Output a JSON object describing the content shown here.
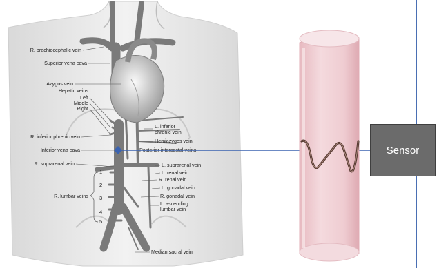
{
  "labels": {
    "brachiocephalic": "R. brachiocephalic vein",
    "svc": "Superior vena cava",
    "azygos": "Azygos vein",
    "hepatic": "Hepatic veins:",
    "hepatic_left": "Left",
    "hepatic_middle": "Middle",
    "hepatic_right": "Right",
    "inf_phrenic_r": "R. inferior phrenic vein",
    "inf_phrenic_l1": "L. inferior",
    "inf_phrenic_l2": "phrenic vein",
    "hemiazygos": "Hemiazygos vein",
    "ivc": "Inferior vena cava",
    "posterior_intercostal": "Posterior intercostal veins",
    "suprarenal_r": "R. suprarenal vein",
    "suprarenal_l": "L. suprarenal vein",
    "renal_l": "L. renal vein",
    "renal_r": "R. renal vein",
    "gonadal_l": "L. gonadal vein",
    "gonadal_r": "R. gonadal vein",
    "lumbar_r": "R. lumbar veins",
    "ascending_lumbar_1": "L. ascending",
    "ascending_lumbar_2": "lumbar vein",
    "median_sacral": "Median sacral vein",
    "n1": "1",
    "n2": "2",
    "n3": "3",
    "n4": "4",
    "n5": "5"
  },
  "sensor": {
    "label": "Sensor"
  },
  "colors": {
    "connector": "#3b63b0",
    "sensor_box": "#6b6b6b",
    "vessel": "#e9c5c9",
    "vein": "#7a7a7a"
  }
}
